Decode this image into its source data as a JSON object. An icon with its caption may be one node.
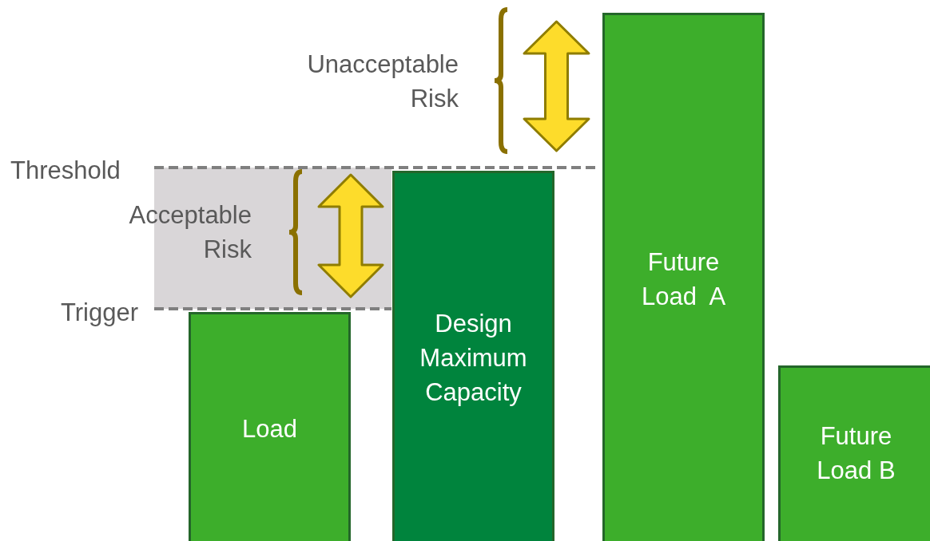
{
  "diagram": {
    "nodes": [
      {
        "text": [
          "Load"
        ]
      },
      {
        "text": [
          "Design Maximum Capacity"
        ]
      },
      {
        "text": [
          "Future Load  A"
        ]
      },
      {
        "text": [
          "Future Load B"
        ]
      }
    ],
    "labels": [
      "Unacceptable Risk",
      "Threshold",
      "Acceptable Risk",
      "Trigger"
    ]
  }
}
